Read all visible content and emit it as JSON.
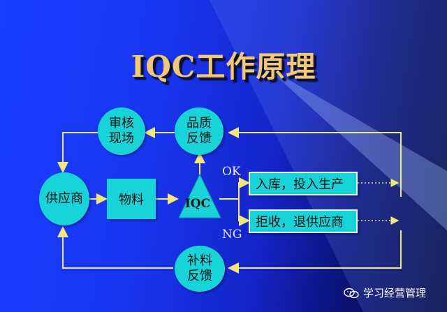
{
  "title": "IQC工作原理",
  "nodes": {
    "audit": "审核\n现场",
    "quality_feedback": "品质\n反馈",
    "supplier": "供应商",
    "material": "物料",
    "iqc": "IQC",
    "ok_action": "入库，投入生产",
    "ng_action": "拒收，退供应商",
    "replenish_feedback": "补料\n反馈"
  },
  "branch_labels": {
    "ok": "OK",
    "ng": "NG"
  },
  "watermark": {
    "text": "学习经营管理",
    "icon": "wechat-icon"
  },
  "colors": {
    "node_fill": "#18d4d8",
    "line": "#f2e87a",
    "title": "#f0c878"
  }
}
